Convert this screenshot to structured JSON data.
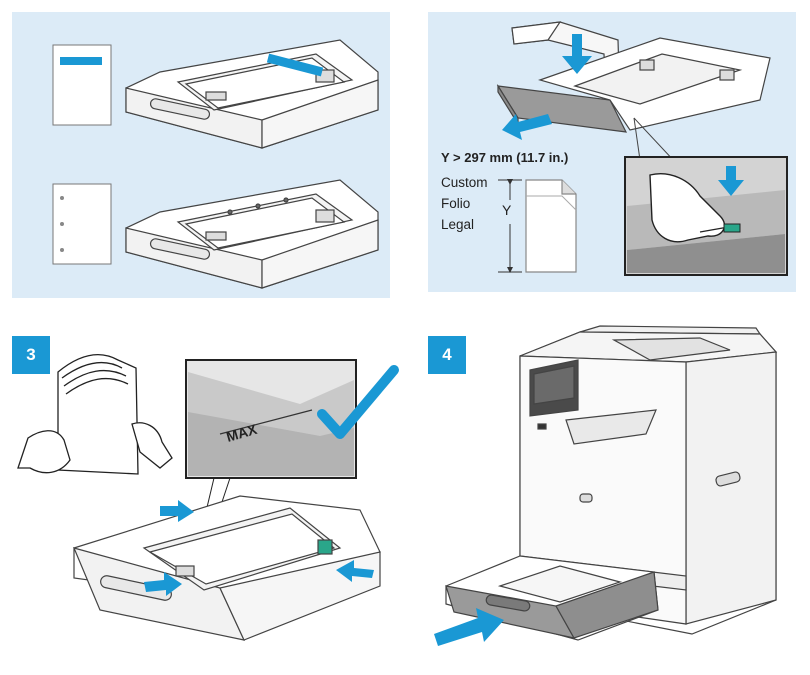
{
  "steps": [
    {
      "number": ""
    },
    {
      "number": ""
    },
    {
      "number": "3"
    },
    {
      "number": "4"
    }
  ],
  "size_condition": "Y > 297 mm (11.7 in.)",
  "paper_names": [
    "Custom",
    "Folio",
    "Legal"
  ],
  "dimension_label": "Y",
  "max_fill_label": "MAX",
  "colors": {
    "panel_background": "#dcebf7",
    "arrow_blue": "#1a98d4",
    "check_blue": "#1a98d4",
    "tray_gray": "#9a9a9a",
    "latch_green": "#2aa68a"
  },
  "icons": [
    "checkmark-icon",
    "arrow-icon"
  ]
}
